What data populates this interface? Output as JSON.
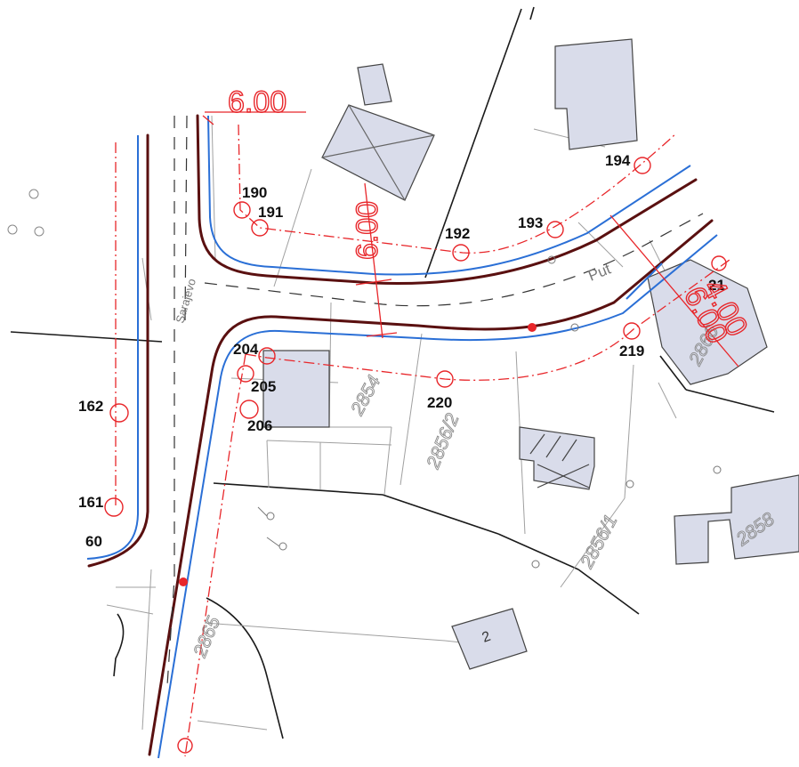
{
  "map": {
    "colors": {
      "road_edge": "#5a1010",
      "utility_line": "#2a6fd6",
      "setback_line": "#e8262a",
      "building_fill": "#d9dcea",
      "parcel_line": "#9a9a9a"
    },
    "points": [
      {
        "id": "190",
        "label": "190"
      },
      {
        "id": "191",
        "label": "191"
      },
      {
        "id": "192",
        "label": "192"
      },
      {
        "id": "193",
        "label": "193"
      },
      {
        "id": "194",
        "label": "194"
      },
      {
        "id": "204",
        "label": "204"
      },
      {
        "id": "205",
        "label": "205"
      },
      {
        "id": "206",
        "label": "206"
      },
      {
        "id": "220",
        "label": "220"
      },
      {
        "id": "219",
        "label": "219"
      },
      {
        "id": "162",
        "label": "162"
      },
      {
        "id": "161",
        "label": "161"
      },
      {
        "id": "160",
        "label": "60"
      },
      {
        "id": "21x",
        "label": "21"
      }
    ],
    "parcels": [
      "2854",
      "2856/2",
      "2856/1",
      "2858",
      "2865",
      "2866"
    ],
    "dimensions": [
      "6.00",
      "4.00",
      "6.00",
      "6.00"
    ],
    "street_name": "Put",
    "street_name_vertical": "Sarajevo",
    "building_number": "2"
  }
}
